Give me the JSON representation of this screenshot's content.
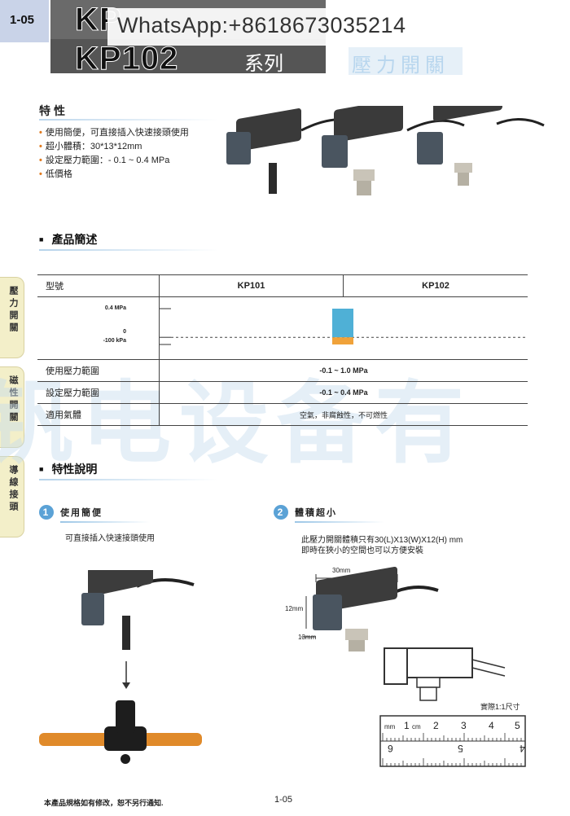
{
  "header": {
    "page_code": "1-05",
    "title_line1": "KP",
    "title_line2": "KP102",
    "series": "系列",
    "watermark": "WhatsApp:+8618673035214",
    "right_ghost": "壓力開關"
  },
  "features": {
    "title": "特性",
    "items": [
      "使用簡便，可直接插入快速接頭使用",
      "超小體積：30*13*12mm",
      "設定壓力範圍：- 0.1 ~ 0.4 MPa",
      "低價格"
    ]
  },
  "overview": {
    "title": "產品簡述",
    "table": {
      "header": [
        "型號",
        "KP101",
        "KP102"
      ],
      "chart": {
        "y_top": "0.4 MPa",
        "y_zero": "0",
        "y_bottom": "-100 kPa"
      },
      "rows": [
        {
          "label": "使用壓力範圍",
          "value": "-0.1 ~ 1.0 MPa"
        },
        {
          "label": "設定壓力範圍",
          "value": "-0.1 ~ 0.4 MPa"
        },
        {
          "label": "適用氣體",
          "value": "空氣，非腐蝕性，不可燃性"
        }
      ]
    }
  },
  "chart_data": {
    "type": "bar",
    "categories": [
      "KP101",
      "KP102"
    ],
    "series": [
      {
        "values": [
          null,
          0.4
        ]
      },
      {
        "values": [
          null,
          -0.1
        ]
      }
    ],
    "ylim": [
      -0.1,
      0.4
    ],
    "tick_labels": [
      "0.4 MPa",
      "0",
      "-100 kPa"
    ],
    "colors": [
      "#4fb0d6",
      "#f0a23a"
    ]
  },
  "details": {
    "title": "特性說明",
    "item1": {
      "num": "1",
      "title": "使用簡便",
      "text": "可直接插入快速接頭使用"
    },
    "item2": {
      "num": "2",
      "title": "體積超小",
      "text_line1": "此壓力開關體積只有30(L)X13(W)X12(H) mm",
      "text_line2": "即時在狹小的空間也可以方便安裝",
      "dim_length": "30mm",
      "dim_height": "12mm",
      "dim_width": "13mm",
      "scale_label": "實際1:1尺寸",
      "ruler_top": [
        "mm",
        "1",
        "cm",
        "2",
        "3",
        "4",
        "5"
      ],
      "ruler_bottom": [
        "6",
        "5",
        "4"
      ]
    }
  },
  "side_tabs": [
    "壓力開關",
    "磁性開關",
    "導線接頭"
  ],
  "watermark_cn": "钒电设备有",
  "footer": {
    "note": "本產品規格如有修改，恕不另行通知.",
    "page": "1-05"
  }
}
